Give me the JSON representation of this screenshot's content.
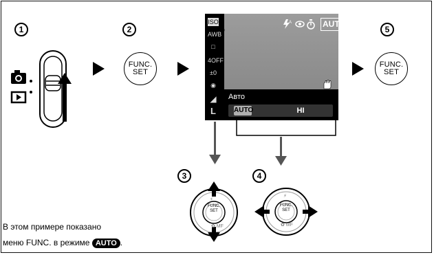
{
  "steps": [
    "1",
    "2",
    "3",
    "4",
    "5"
  ],
  "func_button": {
    "line1": "FUNC.",
    "line2": "SET"
  },
  "screen": {
    "status_icons": [
      "flash-auto-icon",
      "red-eye-icon",
      "self-timer-icon"
    ],
    "mode": "AUTO",
    "side_icons": [
      "ISO AUTO",
      "AWB",
      "□",
      "4OFF",
      "±0",
      "◉",
      "◢",
      "L"
    ],
    "menu_label": "Авто",
    "options": [
      "AUTO",
      "HI"
    ],
    "shake_icon": "camera-shake-icon"
  },
  "dpad": {
    "top": "⚡",
    "bottom": "✿ MF",
    "center1": "FUNC.",
    "center2": "SET"
  },
  "caption": {
    "line1": "В этом примере показано",
    "line2": "меню FUNC. в режиме",
    "badge": "AUTO",
    "end": "."
  }
}
